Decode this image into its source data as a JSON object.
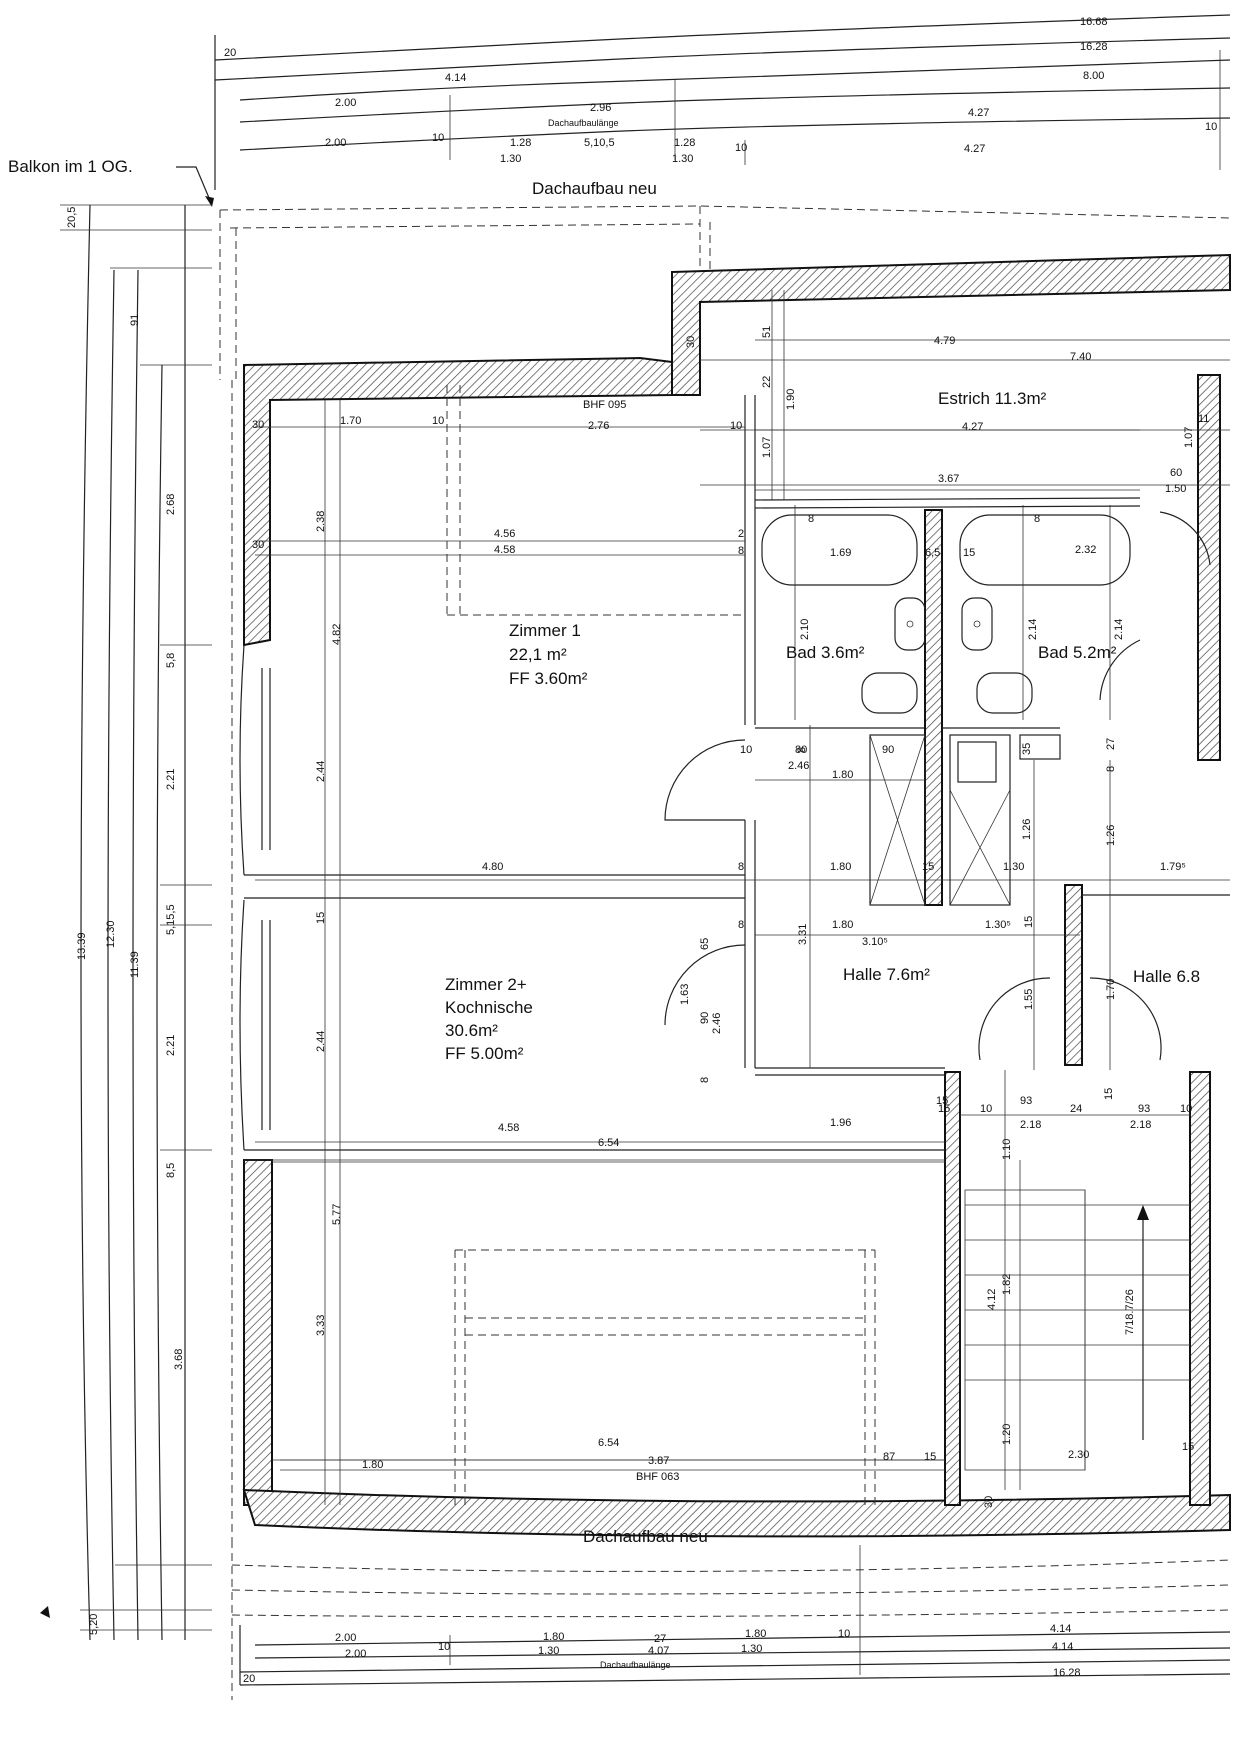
{
  "labels": {
    "balcony_note": "Balkon im 1 OG.",
    "roof_top": "Dachaufbau neu",
    "roof_bottom": "Dachaufbau neu",
    "dach_length_top": "Dachaufbaulänge",
    "dach_length_bottom": "Dachaufbaulänge",
    "bhf_top": "BHF 095",
    "bhf_bottom": "BHF 063",
    "stair_note": "7/18.7/26"
  },
  "rooms": {
    "zimmer1": {
      "name": "Zimmer 1",
      "area": "22,1 m²",
      "ff": "FF  3.60m²"
    },
    "zimmer2": {
      "name": "Zimmer 2+",
      "name2": "Kochnische",
      "area": "30.6m²",
      "ff": "FF  5.00m²"
    },
    "estrich": "Estrich 11.3m²",
    "bad1": "Bad 3.6m²",
    "bad2": "Bad 5.2m²",
    "halle1": "Halle 7.6m²",
    "halle2": "Halle 6.8"
  },
  "dims_top": {
    "r1": "16.68",
    "r2": "16.28",
    "r2l": "20",
    "r3a": "4.14",
    "r3b": "8.00",
    "r4a": "2.00",
    "r4b": "2.96",
    "r4c": "4.27",
    "r5a": "2.00",
    "r5b": "10",
    "r5c": "1.28",
    "r5d": "5,10,5",
    "r5e": "1.28",
    "r5f": "10",
    "r5g": "4.27",
    "r5h": "10",
    "r5i": "1.30",
    "r5j": "1.30"
  },
  "dims_left": {
    "a": "20,5",
    "b": "91",
    "c": "2.68",
    "d": "5,8",
    "e": "2.21",
    "f": "5,15,5",
    "g": "2.21",
    "h": "8,5",
    "i": "3.68",
    "j": "5,20",
    "k": "13.39",
    "l": "12.30",
    "m": "11.39"
  },
  "dims_inner": {
    "d1": "30",
    "d2": "1.70",
    "d3": "10",
    "d4": "2.76",
    "d5": "10",
    "d6": "2.38",
    "d7": "4.56",
    "d8": "4.58",
    "d9": "2",
    "d10": "8",
    "d11": "30",
    "d12": "4.82",
    "d13": "2.44",
    "d14": "4.80",
    "d15": "8",
    "d16": "15",
    "d17": "2.44",
    "d18": "5.77",
    "d19": "3.33",
    "d20": "4.58",
    "d21": "1.96",
    "d22": "6.54",
    "d23": "6.54",
    "d24": "1.80",
    "d25": "3.87",
    "d26": "87",
    "d27": "15",
    "d28": "30",
    "d29": "51",
    "d30": "4.79",
    "d31": "7.40",
    "d32": "22",
    "d33": "1.90",
    "d34": "4.27",
    "d35": "1.07",
    "d36": "3.67",
    "d37": "1.07",
    "d38": "11",
    "d39": "60",
    "d40": "1.50",
    "d41": "1.69",
    "d42": "6,5",
    "d43": "15",
    "d44": "2.32",
    "d45": "8",
    "d46": "8",
    "d47": "2.10",
    "d48": "2.14",
    "d49": "2.14",
    "d50": "10",
    "d51": "80",
    "d52": "8",
    "d53": "2.46",
    "d54": "90",
    "d55": "1.80",
    "d56": "35",
    "d57": "27",
    "d58": "8",
    "d59": "1.26",
    "d60": "1.26",
    "d61": "1.80",
    "d62": "15",
    "d63": "1.30",
    "d64": "1.79⁵",
    "d65": "8",
    "d66": "1.80",
    "d67": "3.10⁵",
    "d68": "1.30⁵",
    "d69": "3.31",
    "d70": "65",
    "d71": "1.63",
    "d72": "90",
    "d73": "2.46",
    "d74": "8",
    "d75": "15",
    "d76": "1.55",
    "d77": "1.70",
    "d78": "15",
    "d79": "10",
    "d80": "93",
    "d81": "2.18",
    "d82": "15",
    "d83": "24",
    "d84": "93",
    "d85": "2.18",
    "d86": "10",
    "d87": "1.10",
    "d88": "4.12",
    "d89": "1.82",
    "d90": "1.20",
    "d91": "2.30",
    "d92": "15",
    "d93": "15",
    "d94": "30"
  },
  "dims_bottom": {
    "b1": "2.00",
    "b2": "10",
    "b3": "1.80",
    "b4": "27",
    "b5": "1.80",
    "b6": "10",
    "b7": "4.14",
    "b8": "2.00",
    "b9": "1.30",
    "b10": "4.07",
    "b11": "1.30",
    "b12": "4.14",
    "b13": "20",
    "b14": "16.28"
  }
}
